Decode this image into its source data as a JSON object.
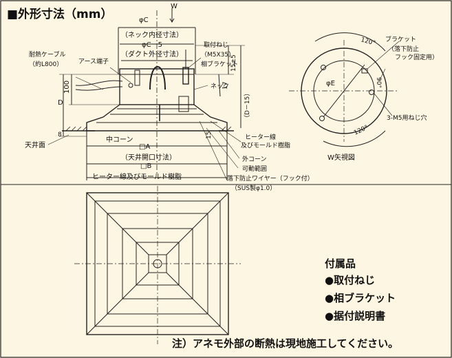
{
  "title": "■外形寸法（mm）",
  "side_view": {
    "dims": {
      "phi_c": "φC",
      "w_mark": "W",
      "neck_inner_box": "（ネック内径寸法）",
      "phi_c_minus5": "φC－5",
      "duct_outer": "（ダクト外径寸法）",
      "d": "D",
      "hundred": "100",
      "eight": "8",
      "fifteen_5": "15±5",
      "seventeen": "17",
      "d_minus15": "（D－15）",
      "fifteen": "15",
      "box_a": "□A",
      "box_b": "□B",
      "opening": "（天井開口寸法）"
    },
    "labels": {
      "heat_cable": "耐熱ケーブル",
      "heat_cable_len": "（約L800）",
      "earth": "アース端子",
      "mounting_screw": "取付ねじ",
      "m5x35": "（M5X35）",
      "aibracket": "相ブラケット",
      "neck": "ネック",
      "heater_mold_1": "ヒーター線",
      "heater_mold_2": "及びモールド樹脂",
      "outer_cone": "外コーン",
      "movable_range": "可動範囲",
      "fall_wire": "落下防止ワイヤー（フック付）",
      "sus": "（SUS製φ1.0）",
      "ceiling": "天井面",
      "inner_cone": "中コーン",
      "heater_bottom": "ヒーター線及びモールド樹脂"
    }
  },
  "w_view": {
    "title": "W矢視図",
    "bracket": "ブラケット",
    "bracket_note1": "（落下防止",
    "bracket_note2": "フック固定用）",
    "angle_top": "120°",
    "angle_bottom": "120°",
    "angle_side": "90°",
    "phi_e": "φE",
    "screw_holes": "3-M5用ねじ穴"
  },
  "accessories": {
    "heading": "付属品",
    "items": [
      "●取付ねじ",
      "●相ブラケット",
      "●据付説明書"
    ]
  },
  "note": "注）アネモ外部の断熱は現地施工してください。"
}
